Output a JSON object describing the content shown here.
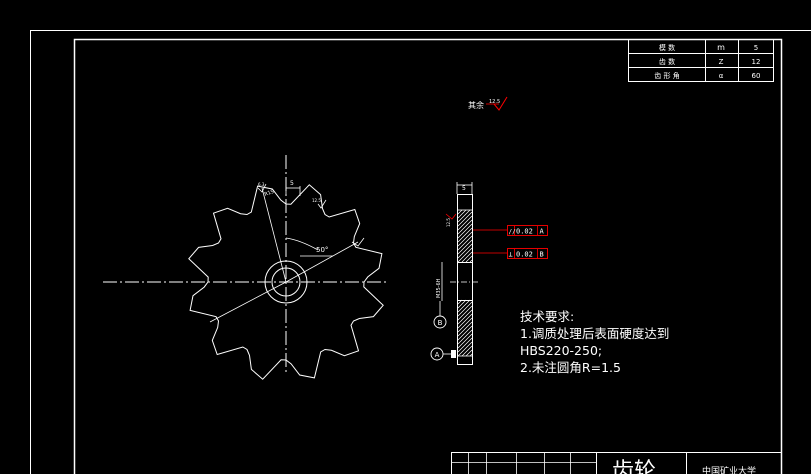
{
  "param_table": {
    "rows": [
      {
        "name": "模  数",
        "symbol": "m",
        "value": "5"
      },
      {
        "name": "齿  数",
        "symbol": "Z",
        "value": "12"
      },
      {
        "name": "齿 形 角",
        "symbol": "α",
        "value": "60"
      }
    ]
  },
  "surface": {
    "label": "其余",
    "roughness": "12.5"
  },
  "annotations": {
    "angle_50": "50°",
    "dim_5": "5",
    "dim_m35": "M35-6H",
    "dim_r15": "R15",
    "rough_left": "12.5",
    "rough_small_a": "12.5",
    "rough_small_b": "6.3"
  },
  "tolerances": {
    "parallel": {
      "symbol": "//",
      "value": "0.02",
      "datum": "A"
    },
    "perpendicular": {
      "symbol": "⊥",
      "value": "0.02",
      "datum": "B"
    }
  },
  "datums": {
    "a": "A",
    "b": "B"
  },
  "requirements": {
    "title": "技术要求:",
    "line1": "1.调质处理后表面硬度达到",
    "line2": "HBS220-250;",
    "line3": "2.未注圆角R=1.5"
  },
  "title_block": {
    "drawing_name": "齿轮",
    "school": "中国矿业大学"
  },
  "colors": {
    "line": "#ffffff",
    "accent": "#ff0000"
  }
}
